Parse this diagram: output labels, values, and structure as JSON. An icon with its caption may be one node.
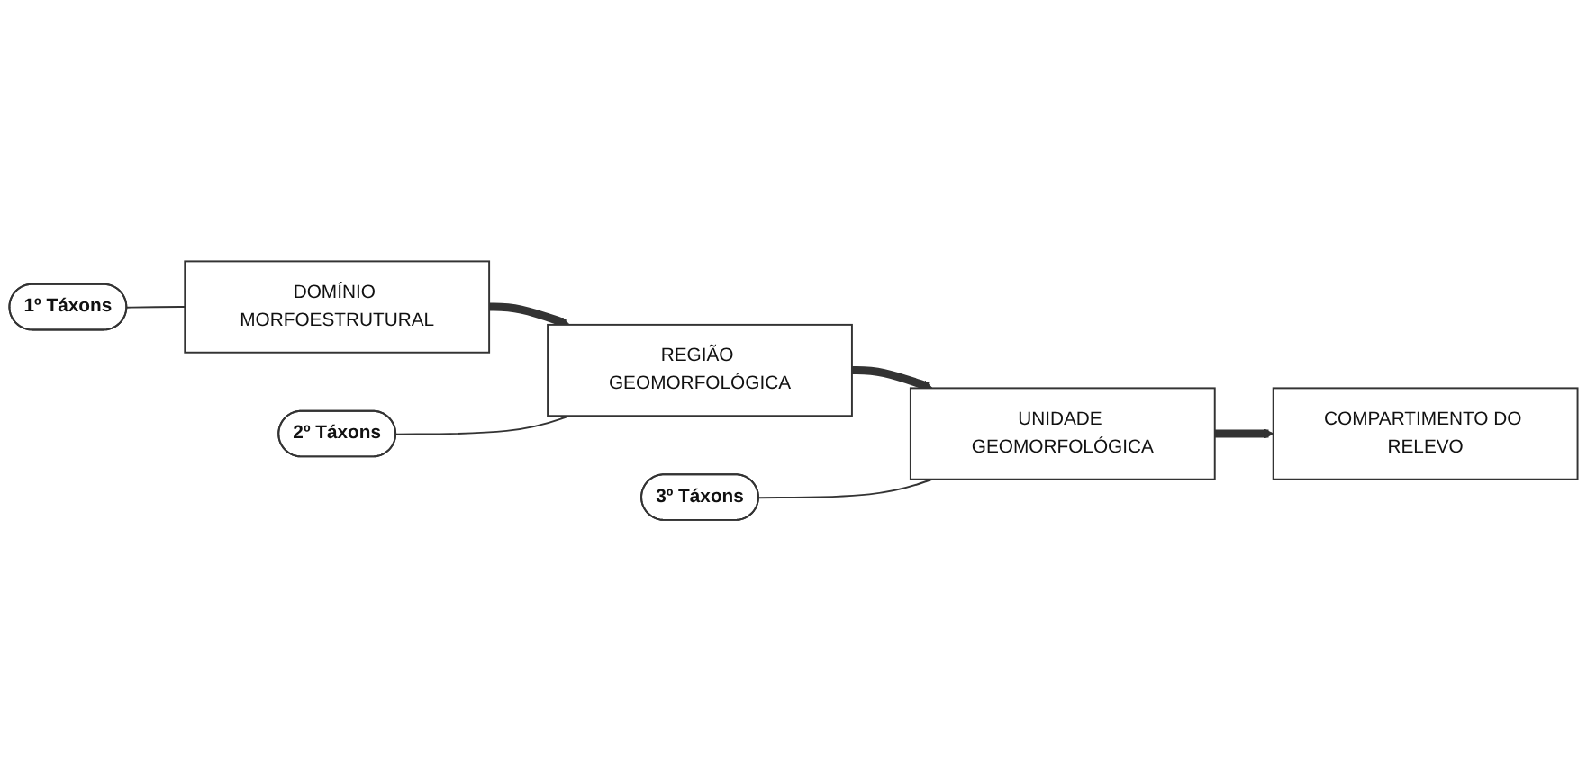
{
  "diagram": {
    "nodes": [
      {
        "text": [
          "1º Táxons"
        ]
      },
      {
        "text": [
          "DOMÍNIO MORFOESTRUTURAL"
        ]
      },
      {
        "text": [
          "2º Táxons"
        ]
      },
      {
        "text": [
          "REGIÃO GEOMORFOLÓGICA"
        ]
      },
      {
        "text": [
          "3º Táxons"
        ]
      },
      {
        "text": [
          "UNIDADE GEOMORFOLÓGICA"
        ]
      },
      {
        "text": [
          "COMPARTIMENTO DO RELEVO"
        ]
      }
    ],
    "edges": [
      {
        "from": 0,
        "to": 1,
        "arrow": "none"
      },
      {
        "from": 1,
        "to": 3,
        "arrow": "to",
        "style": "thick"
      },
      {
        "from": 2,
        "to": 3,
        "arrow": "none"
      },
      {
        "from": 3,
        "to": 5,
        "arrow": "to",
        "style": "thick"
      },
      {
        "from": 4,
        "to": 5,
        "arrow": "none"
      },
      {
        "from": 5,
        "to": 6,
        "arrow": "to",
        "style": "thick"
      }
    ]
  }
}
